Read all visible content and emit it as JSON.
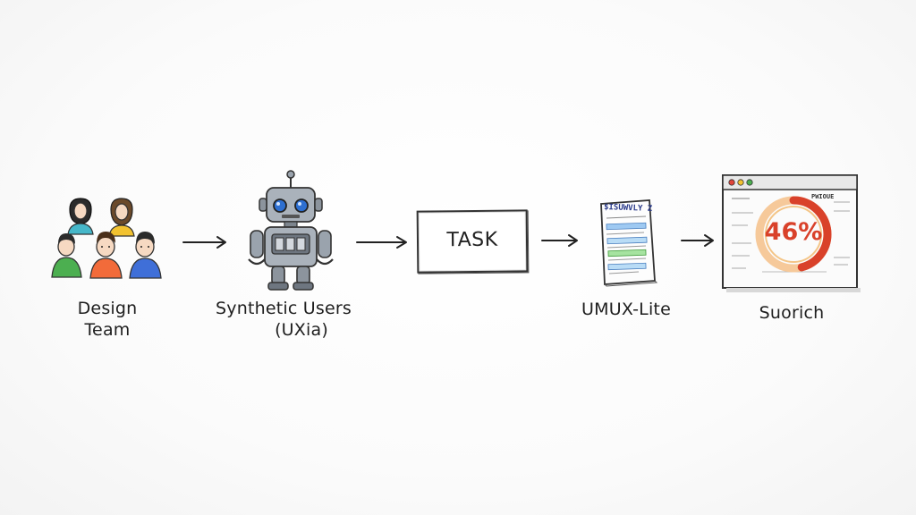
{
  "diagram": {
    "steps": [
      {
        "id": "design-team",
        "label_lines": [
          "Design",
          "Team"
        ],
        "icon": "people-group-icon"
      },
      {
        "id": "synthetic-users",
        "label_lines": [
          "Synthetic Users",
          "(UXia)"
        ],
        "icon": "robot-icon"
      },
      {
        "id": "task",
        "box_text": "TASK",
        "icon": "task-box"
      },
      {
        "id": "umux-lite",
        "label_lines": [
          "UMUX-Lite"
        ],
        "icon": "survey-document-icon",
        "document_heading": "$ISUWVLY Z"
      },
      {
        "id": "result",
        "label_lines": [
          "Suorich"
        ],
        "icon": "browser-gauge-icon",
        "score_text": "46%",
        "score_value": 46,
        "browser_tag": "PWIOUE"
      }
    ],
    "colors": {
      "ink": "#222222",
      "gauge_red": "#d9412a",
      "gauge_orange": "#f0a23a",
      "person_green": "#4caf50",
      "person_orange": "#f26b3a",
      "person_blue": "#3f6fd8",
      "person_teal": "#46b7c9",
      "person_yellow": "#f2c230"
    }
  }
}
